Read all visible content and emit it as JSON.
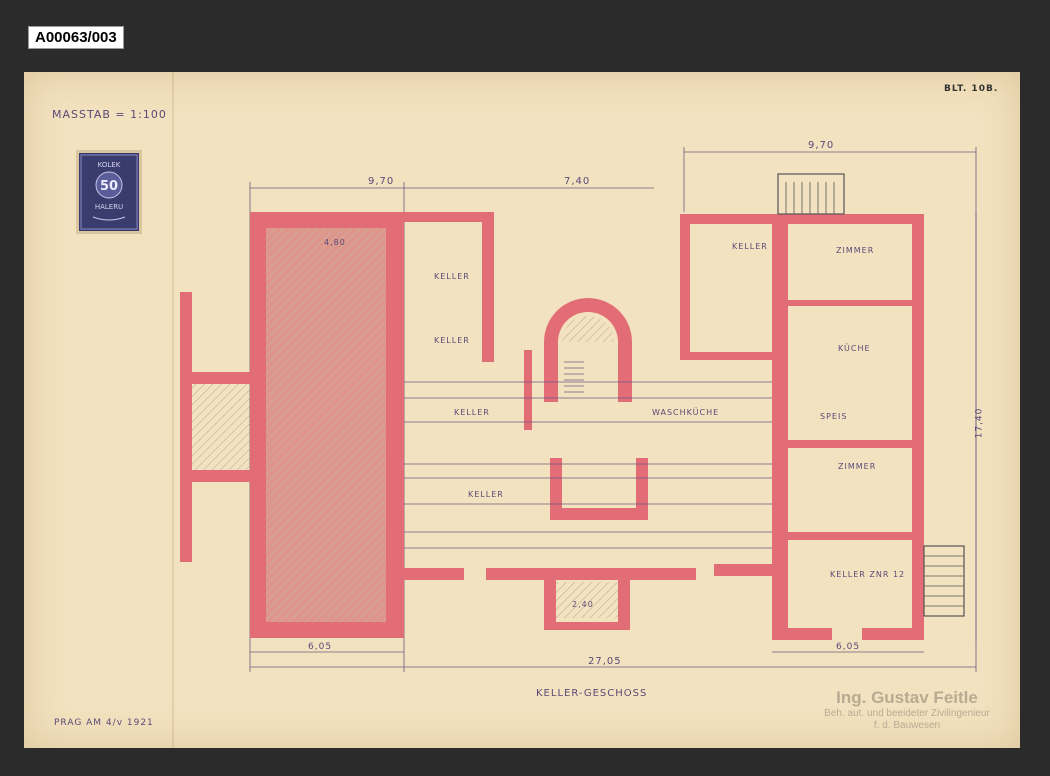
{
  "archive_id": "A00063/003",
  "sheet": {
    "scale": "MASSTAB = 1:100",
    "sheet_number": "BLT. 10B.",
    "floor_title": "KELLER-GESCHOSS",
    "place_date": "PRAG AM  4/v  1921",
    "stamp": {
      "value": "50",
      "text_top": "KOLEK",
      "text_bottom": "HALERU"
    },
    "signature": {
      "name": "Ing. Gustav Feitle",
      "line1": "Beh. aut. und beeideter Zivilingenieur",
      "line2": "f. d. Bauwesen"
    }
  },
  "dimensions": {
    "top_left": "9,70",
    "top_mid": "7,40",
    "top_right": "9,70",
    "bottom_total": "27,05",
    "bottom_left": "6,05",
    "bottom_right": "6,05",
    "right_height": "17,40"
  },
  "rooms": {
    "keller_1": "KELLER",
    "keller_2": "KELLER",
    "keller_3": "KELLER",
    "keller_4": "KELLER",
    "keller_top_right": "KELLER",
    "waschkuche": "WASCHKÜCHE",
    "zimmer_1": "ZIMMER",
    "kuche": "KÜCHE",
    "speis": "SPEIS",
    "zimmer_2": "ZIMMER",
    "keller_znr": "KELLER ZNR 12",
    "big_room_dim": "4,80",
    "small_room_dim": "2,40"
  },
  "colors": {
    "paper": "#f3e2bf",
    "wall_red": "#e36d76",
    "ink": "#5a4a78",
    "hatch": "#c8bba2"
  }
}
